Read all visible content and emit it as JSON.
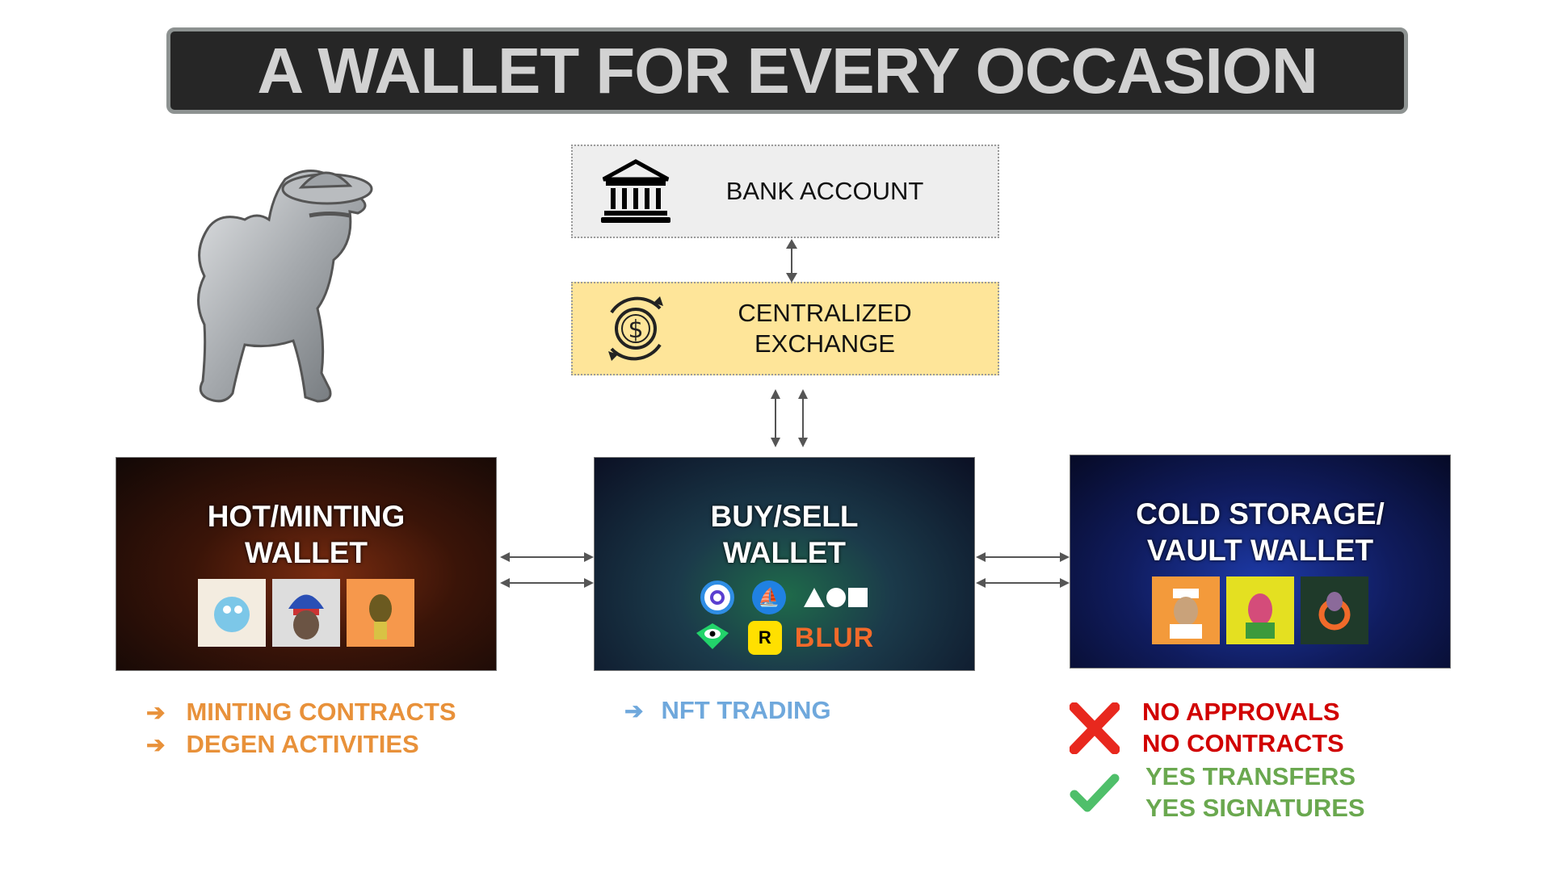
{
  "title": "A WALLET FOR EVERY OCCASION",
  "bank": {
    "label": "BANK ACCOUNT",
    "icon": "bank-icon"
  },
  "exchange": {
    "label_line1": "CENTRALIZED",
    "label_line2": "EXCHANGE",
    "icon": "dollar-exchange-icon"
  },
  "panels": {
    "hot": {
      "title_line1": "HOT/MINTING",
      "title_line2": "WALLET"
    },
    "buy": {
      "title_line1": "BUY/SELL",
      "title_line2": "WALLET",
      "blur_label": "BLUR",
      "rarible_label": "R"
    },
    "cold": {
      "title_line1": "COLD STORAGE/",
      "title_line2": "VAULT WALLET"
    }
  },
  "notes": {
    "hot": [
      "MINTING CONTRACTS",
      "DEGEN ACTIVITIES"
    ],
    "buy": [
      "NFT TRADING"
    ],
    "cold_no": [
      "NO APPROVALS",
      "NO CONTRACTS"
    ],
    "cold_yes": [
      "YES TRANSFERS",
      "YES SIGNATURES"
    ]
  },
  "colors": {
    "orange": "#e8913a",
    "blue": "#6fa8dc",
    "red": "#d10000",
    "green": "#6aa84f",
    "exchange_bg": "#fee599"
  }
}
